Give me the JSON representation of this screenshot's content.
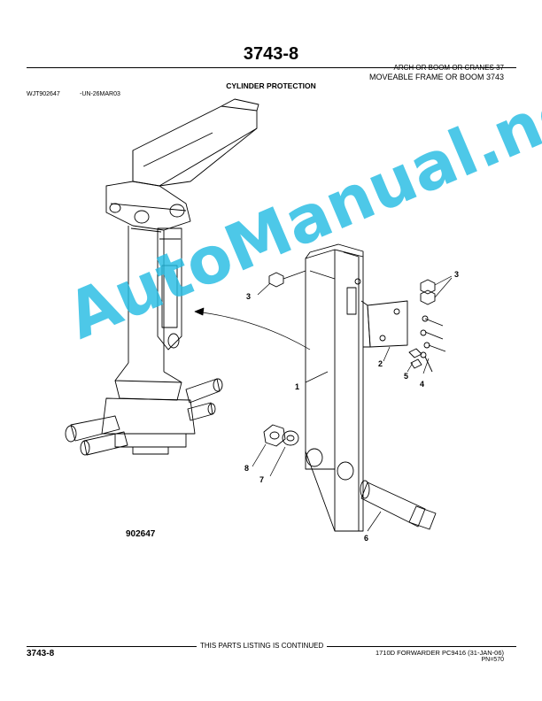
{
  "header": {
    "title": "3743-8",
    "section_line1": "ARCH OR BOOM OR CRANES 37",
    "section_line2": "MOVEABLE FRAME OR BOOM 3743",
    "heading": "CYLINDER PROTECTION",
    "ref_code": "WJT902647",
    "ref_date": "-UN-26MAR03"
  },
  "figure": {
    "number": "902647",
    "callouts": [
      "1",
      "2",
      "3",
      "3",
      "4",
      "5",
      "6",
      "7",
      "8"
    ]
  },
  "watermark": {
    "text": "AutoManual.net",
    "color": "#27bde3"
  },
  "footer": {
    "continued_note": "THIS PARTS LISTING IS CONTINUED",
    "page_number": "3743-8",
    "model_line": "1710D FORWARDER   PC9416   (31-JAN-06)",
    "pn": "PN=570"
  }
}
